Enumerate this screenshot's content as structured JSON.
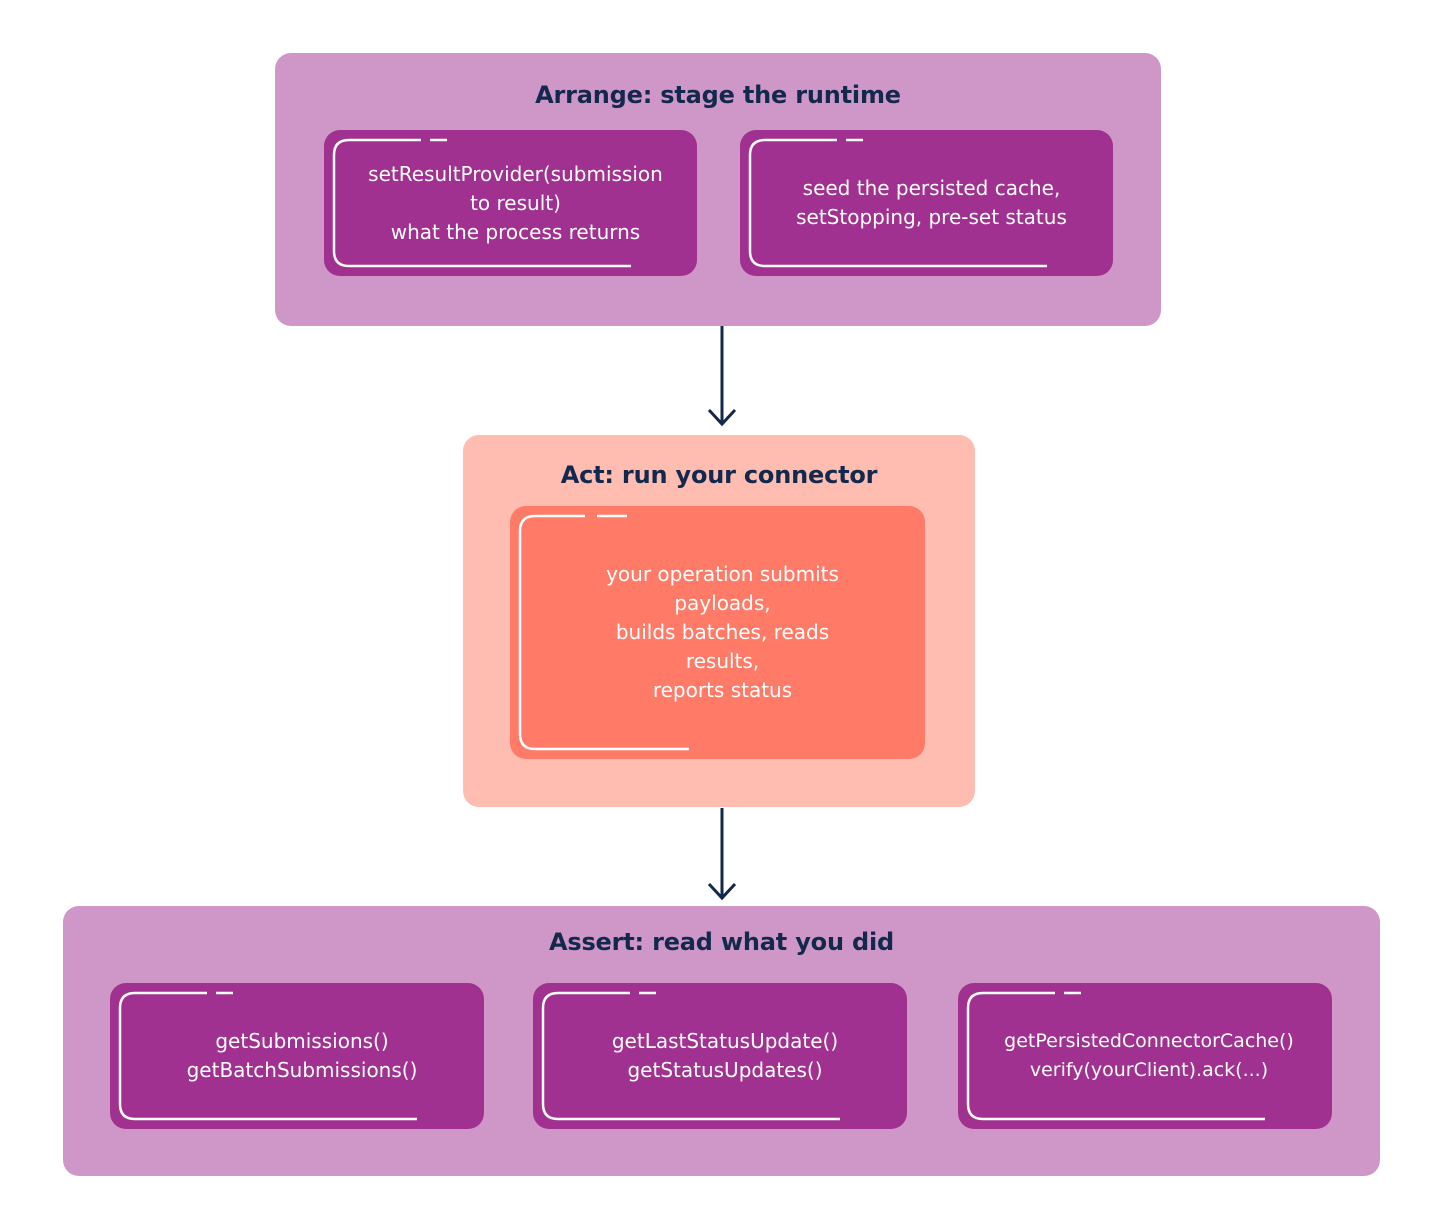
{
  "colors": {
    "stage_bg": "#cf97c7",
    "stage_card": "#a03190",
    "act_bg": "#ffbcb0",
    "act_card": "#ff7b67",
    "title": "#12294d",
    "arrow": "#12294d",
    "card_text": "#ffffff"
  },
  "arrange": {
    "title": "Arrange: stage the runtime",
    "cards": [
      {
        "lines": [
          "setResultProvider(submission",
          "to result)",
          "what the process returns"
        ]
      },
      {
        "lines": [
          "seed the persisted cache,",
          "setStopping, pre-set status"
        ]
      }
    ]
  },
  "act": {
    "title": "Act: run your connector",
    "card": {
      "lines": [
        "your operation submits",
        "payloads,",
        "builds batches, reads",
        "results,",
        "reports status"
      ]
    }
  },
  "assert": {
    "title": "Assert: read what you did",
    "cards": [
      {
        "lines": [
          "getSubmissions()",
          "getBatchSubmissions()"
        ]
      },
      {
        "lines": [
          "getLastStatusUpdate()",
          "getStatusUpdates()"
        ]
      },
      {
        "lines": [
          "getPersistedConnectorCache()",
          "verify(yourClient).ack(...)"
        ]
      }
    ]
  }
}
